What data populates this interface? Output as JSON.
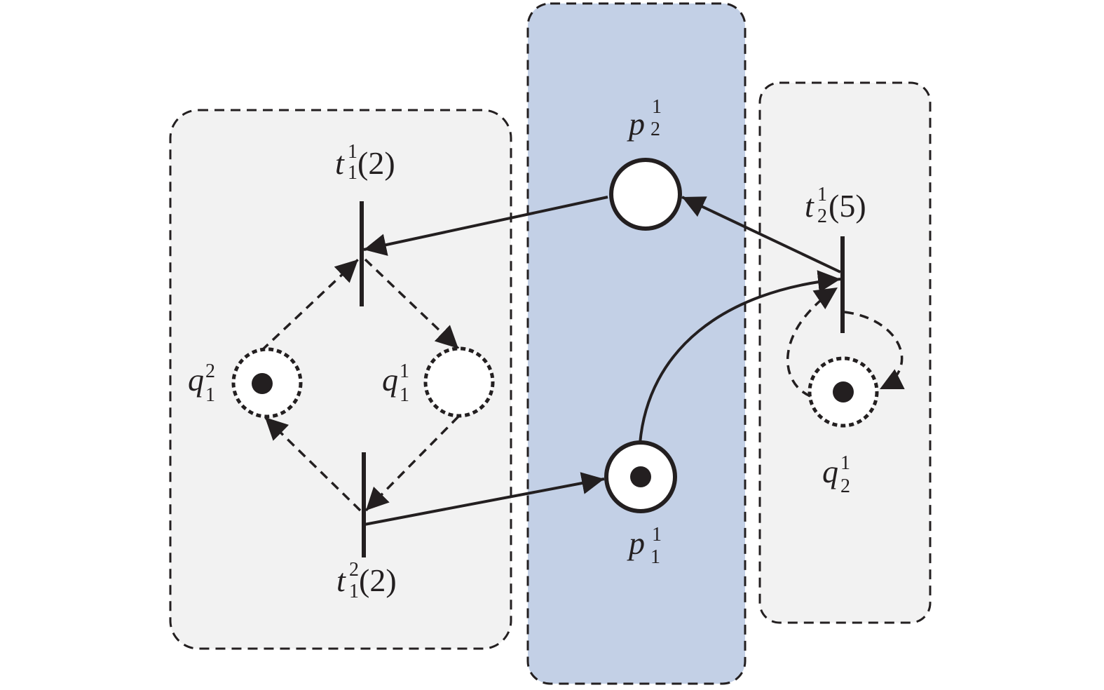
{
  "colors": {
    "module_fill": "#f2f2f2",
    "shared_fill": "#c3d0e6",
    "stroke": "#231f20",
    "place_fill": "#ffffff"
  },
  "modules": [
    {
      "id": "module-1",
      "style": "dashed",
      "fill": "module"
    },
    {
      "id": "shared-module",
      "style": "dashed",
      "fill": "shared"
    },
    {
      "id": "module-2",
      "style": "dashed",
      "fill": "module"
    }
  ],
  "places": {
    "p2_1": {
      "var": "p",
      "sub": "2",
      "sup": "1",
      "tokens": 0,
      "style": "solid"
    },
    "p1_1": {
      "var": "p",
      "sub": "1",
      "sup": "1",
      "tokens": 1,
      "style": "solid"
    },
    "q1_2": {
      "var": "q",
      "sub": "1",
      "sup": "2",
      "tokens": 1,
      "style": "dashed"
    },
    "q1_1": {
      "var": "q",
      "sub": "1",
      "sup": "1",
      "tokens": 0,
      "style": "dashed"
    },
    "q2_1": {
      "var": "q",
      "sub": "2",
      "sup": "1",
      "tokens": 1,
      "style": "dashed"
    }
  },
  "transitions": {
    "t1_1": {
      "var": "t",
      "sub": "1",
      "sup": "1",
      "delay": "(2)"
    },
    "t1_2": {
      "var": "t",
      "sub": "1",
      "sup": "2",
      "delay": "(2)"
    },
    "t2_1": {
      "var": "t",
      "sub": "2",
      "sup": "1",
      "delay": "(5)"
    }
  },
  "arcs": [
    {
      "from": "p2_1",
      "to": "t1_1",
      "style": "solid"
    },
    {
      "from": "t2_1",
      "to": "p2_1",
      "style": "solid"
    },
    {
      "from": "p1_1",
      "to": "t2_1",
      "style": "solid"
    },
    {
      "from": "t1_2",
      "to": "p1_1",
      "style": "solid"
    },
    {
      "from": "q1_2",
      "to": "t1_1",
      "style": "dashed"
    },
    {
      "from": "t1_1",
      "to": "q1_1",
      "style": "dashed"
    },
    {
      "from": "q1_1",
      "to": "t1_2",
      "style": "dashed"
    },
    {
      "from": "t1_2",
      "to": "q1_2",
      "style": "dashed"
    },
    {
      "from": "q2_1",
      "to": "t2_1",
      "style": "dashed"
    },
    {
      "from": "t2_1",
      "to": "q2_1",
      "style": "dashed"
    }
  ]
}
